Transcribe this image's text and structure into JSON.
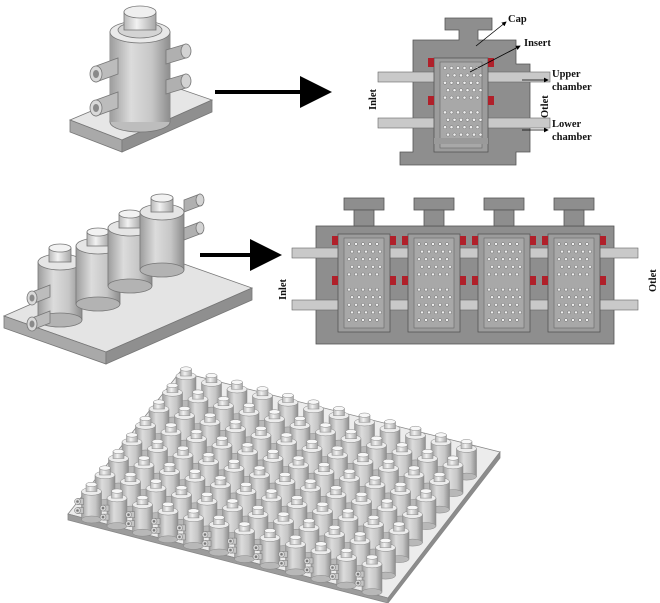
{
  "single_unit": {
    "labels": {
      "cap": "Cap",
      "insert": "Insert",
      "upper_chamber": [
        "Upper",
        "chamber"
      ],
      "lower_chamber": [
        "Lower",
        "chamber"
      ],
      "inlet": "Inlet",
      "outlet": "Otlet"
    }
  },
  "four_unit": {
    "labels": {
      "inlet": "Inlet",
      "outlet": "Otlet"
    }
  },
  "colors": {
    "body_gray": "#8e8e8e",
    "body_dark": "#6f6f6f",
    "seal_red": "#b0202a",
    "model_light": "#e3e3e3",
    "model_mid": "#c4c4c4",
    "model_dark": "#9a9a9a",
    "arrow": "#000000"
  }
}
